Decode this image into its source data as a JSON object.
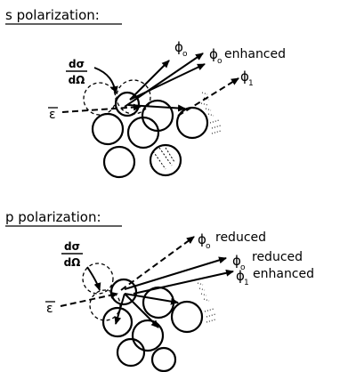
{
  "panel_s": {
    "title": "s polarization:",
    "dsigma_num": "dσ",
    "dsigma_den": "dΩ",
    "epsilon": "ε",
    "phi": "ϕ",
    "phi0_sub": "o",
    "phi0_enh_sub": "o",
    "phi0_enh_note": "enhanced",
    "phi1_sub": "1"
  },
  "panel_p": {
    "title": "p polarization:",
    "dsigma_num": "dσ",
    "dsigma_den": "dΩ",
    "epsilon": "ε",
    "phi": "ϕ",
    "phi0_sub": "o",
    "phi0_note": "reduced",
    "phi0b_sub": "o",
    "phi0b_note": "reduced",
    "phi1_sub": "1",
    "phi1_note": "enhanced"
  }
}
